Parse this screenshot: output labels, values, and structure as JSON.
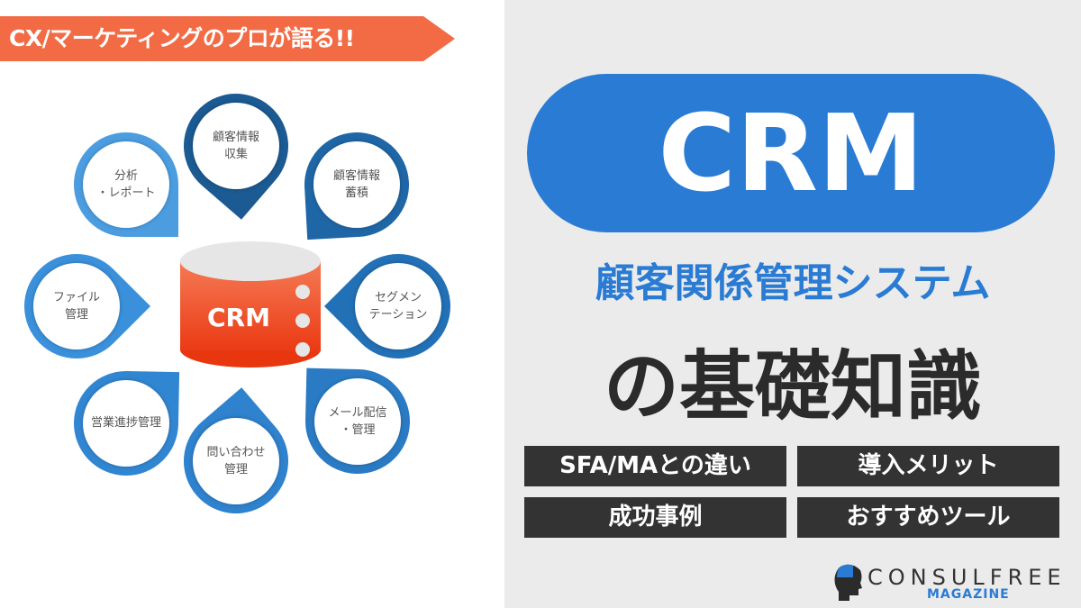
{
  "banner": "CX/マーケティングのプロが語る!!",
  "diagram": {
    "center": "CRM",
    "items": [
      {
        "label": "顧客情報\n収集",
        "color": "#1b5a92"
      },
      {
        "label": "顧客情報\n蓄積",
        "color": "#1f66a6"
      },
      {
        "label": "セグメン\nテーション",
        "color": "#2270b5"
      },
      {
        "label": "メール配信\n・管理",
        "color": "#2a7bc4"
      },
      {
        "label": "問い合わせ\n管理",
        "color": "#2f82cd"
      },
      {
        "label": "営業進捗管理",
        "color": "#3186d2"
      },
      {
        "label": "ファイル\n管理",
        "color": "#3a90da"
      },
      {
        "label": "分析\n・レポート",
        "color": "#4b9de0"
      }
    ]
  },
  "title": {
    "pill": "CRM",
    "subtitle": "顧客関係管理システム",
    "main": "の基礎知識"
  },
  "tags": [
    "SFA/MAとの違い",
    "導入メリット",
    "成功事例",
    "おすすめツール"
  ],
  "logo": {
    "name": "CONSULFREE",
    "sub": "MAGAZINE"
  }
}
